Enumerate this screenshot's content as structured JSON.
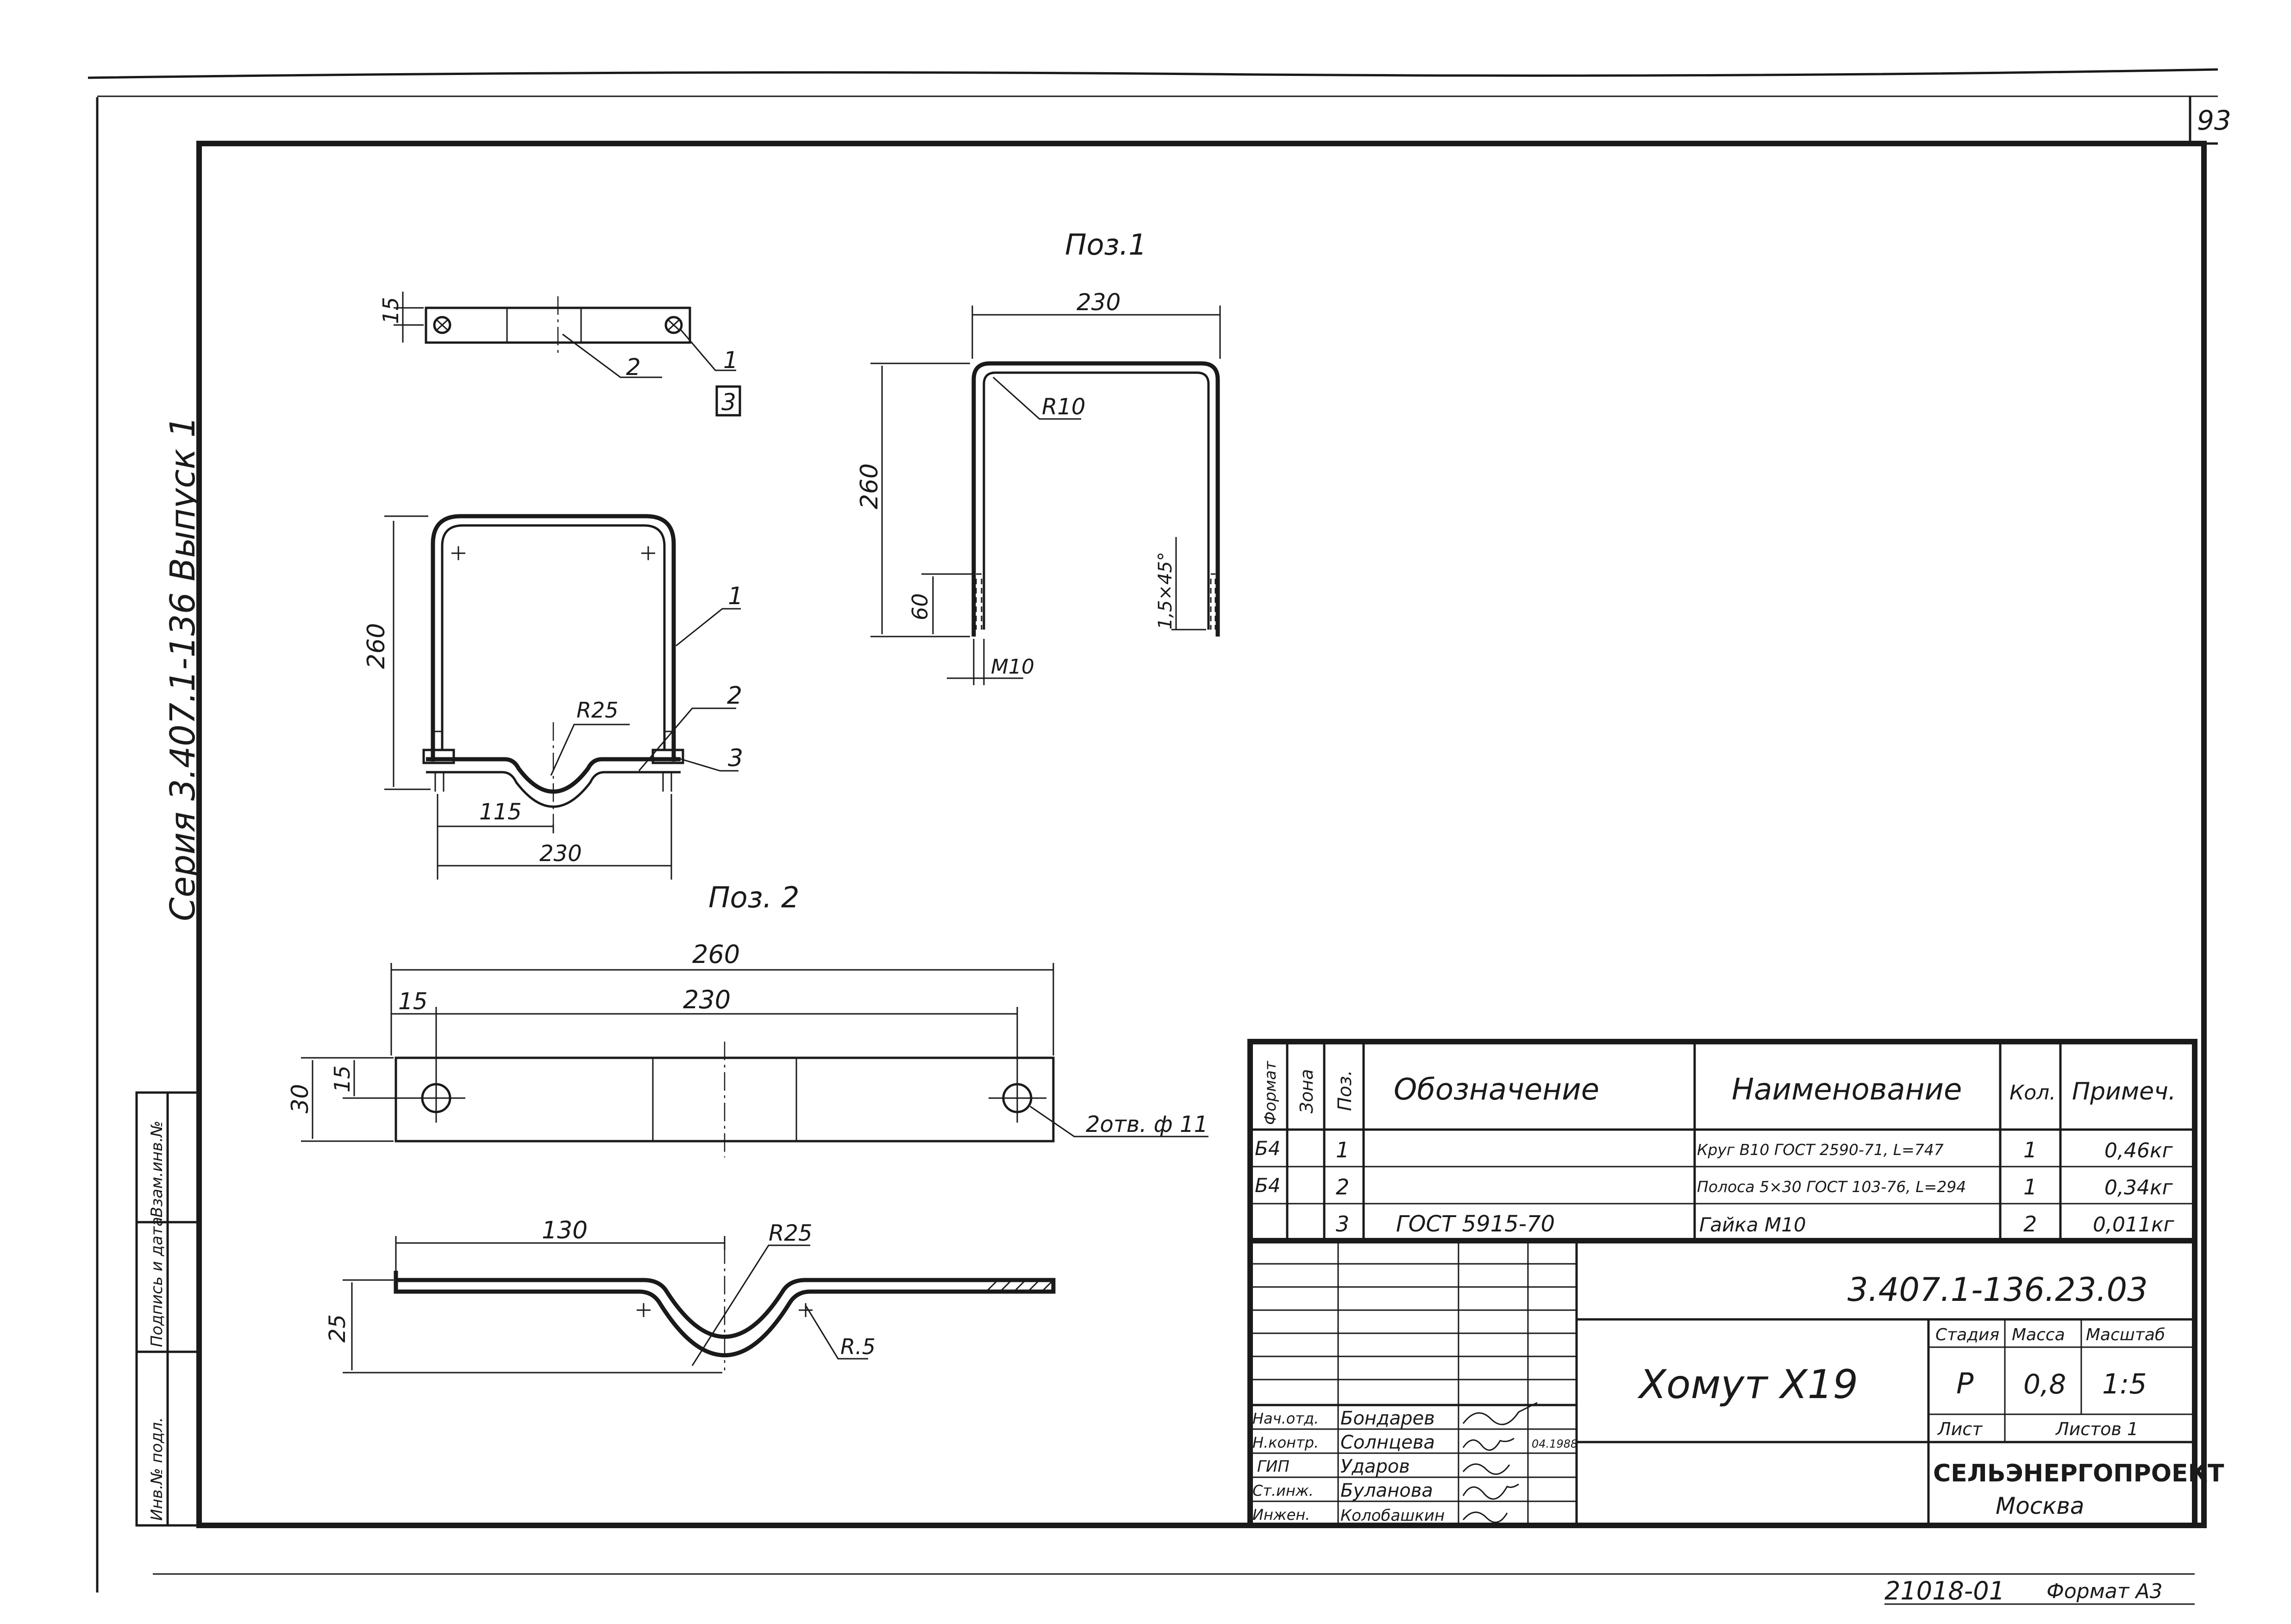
{
  "sheet": {
    "page_number": "93",
    "side_label": "Серия 3.407.1-136 Выпуск 1",
    "bottom_number": "21018-01",
    "format_label": "Формат А3"
  },
  "left_strip": {
    "inv_podl": "Инв.№ подл.",
    "podpis_data": "Подпись и дата",
    "vzam_inv": "Взам.инв.№"
  },
  "views": {
    "poz1_title": "Поз.1",
    "poz2_title": "Поз. 2",
    "top_dim_15": "15",
    "top_leader_2": "2",
    "top_leader_1": "1",
    "top_leader_3": "3",
    "assy_dim_260": "260",
    "assy_leader_1": "1",
    "assy_leader_2": "2",
    "assy_leader_3": "3",
    "assy_r25": "R25",
    "assy_dim_115": "115",
    "assy_dim_230": "230",
    "p1_dim_230": "230",
    "p1_r10": "R10",
    "p1_dim_260": "260",
    "p1_dim_60": "60",
    "p1_m10": "M10",
    "p1_chamfer": "1,5×45°",
    "p2_dim_260": "260",
    "p2_dim_15": "15",
    "p2_dim_230": "230",
    "p2_dim_15v": "15",
    "p2_dim_30": "30",
    "p2_holes": "2отв. ф 11",
    "p2_dim_130": "130",
    "p2_r25": "R25",
    "p2_dim_25": "25",
    "p2_r5": "R.5"
  },
  "spec": {
    "headers": {
      "format": "Формат",
      "zona": "Зона",
      "poz": "Поз.",
      "oboznachenie": "Обозначение",
      "naimenovanie": "Наименование",
      "kol": "Кол.",
      "primech": "Примеч."
    },
    "rows": [
      {
        "format": "Б4",
        "poz": "1",
        "oboznachenie": "",
        "naimenovanie": "Круг В10 ГОСТ 2590-71, L=747",
        "kol": "1",
        "primech": "0,46кг"
      },
      {
        "format": "Б4",
        "poz": "2",
        "oboznachenie": "",
        "naimenovanie": "Полоса 5×30 ГОСТ 103-76, L=294",
        "kol": "1",
        "primech": "0,34кг"
      },
      {
        "format": "",
        "poz": "3",
        "oboznachenie": "ГОСТ 5915-70",
        "naimenovanie": "Гайка М10",
        "kol": "2",
        "primech": "0,011кг"
      }
    ]
  },
  "title_block": {
    "doc_number": "3.407.1-136.23.03",
    "name": "Хомут Х19",
    "stadia_label": "Стадия",
    "massa_label": "Масса",
    "masshtab_label": "Масштаб",
    "stadia": "Р",
    "massa": "0,8",
    "masshtab": "1:5",
    "list_label": "Лист",
    "listov_label": "Листов 1",
    "org": "СЕЛЬЭНЕРГОПРОЕКТ",
    "city": "Москва",
    "roles": [
      {
        "role": "Нач.отд.",
        "name": "Бондарев"
      },
      {
        "role": "Н.контр.",
        "name": "Солнцева"
      },
      {
        "role": "ГИП",
        "name": "Ударов"
      },
      {
        "role": "Ст.инж.",
        "name": "Буланова"
      },
      {
        "role": "Инжен.",
        "name": "Колобашкин"
      }
    ],
    "date_note": "04.1988"
  }
}
